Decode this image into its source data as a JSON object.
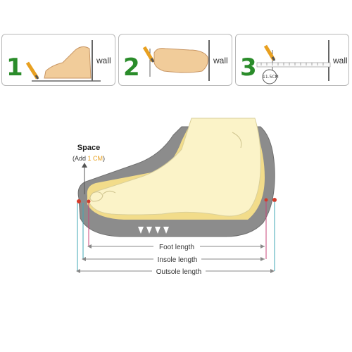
{
  "steps": [
    {
      "number": "1",
      "wall": "wall"
    },
    {
      "number": "2",
      "wall": "wall"
    },
    {
      "number": "3",
      "wall": "wall",
      "measure": "11.5CM"
    }
  ],
  "diagram": {
    "space_label": "Space",
    "add_prefix": "(Add ",
    "add_value": "1 CM",
    "add_suffix": ")",
    "foot_length": "Foot length",
    "insole_length": "Insole length",
    "outsole_length": "Outsole length"
  },
  "colors": {
    "number_green": "#2a8c2a",
    "accent_orange": "#e8a020",
    "outsole_gray": "#8c8c8c",
    "insole_yellow": "#f2dc8a",
    "foot_cream": "#fbf3c8",
    "line_teal": "#3fa7b4",
    "line_pink": "#c8457a",
    "dot_red": "#d43b2a"
  }
}
